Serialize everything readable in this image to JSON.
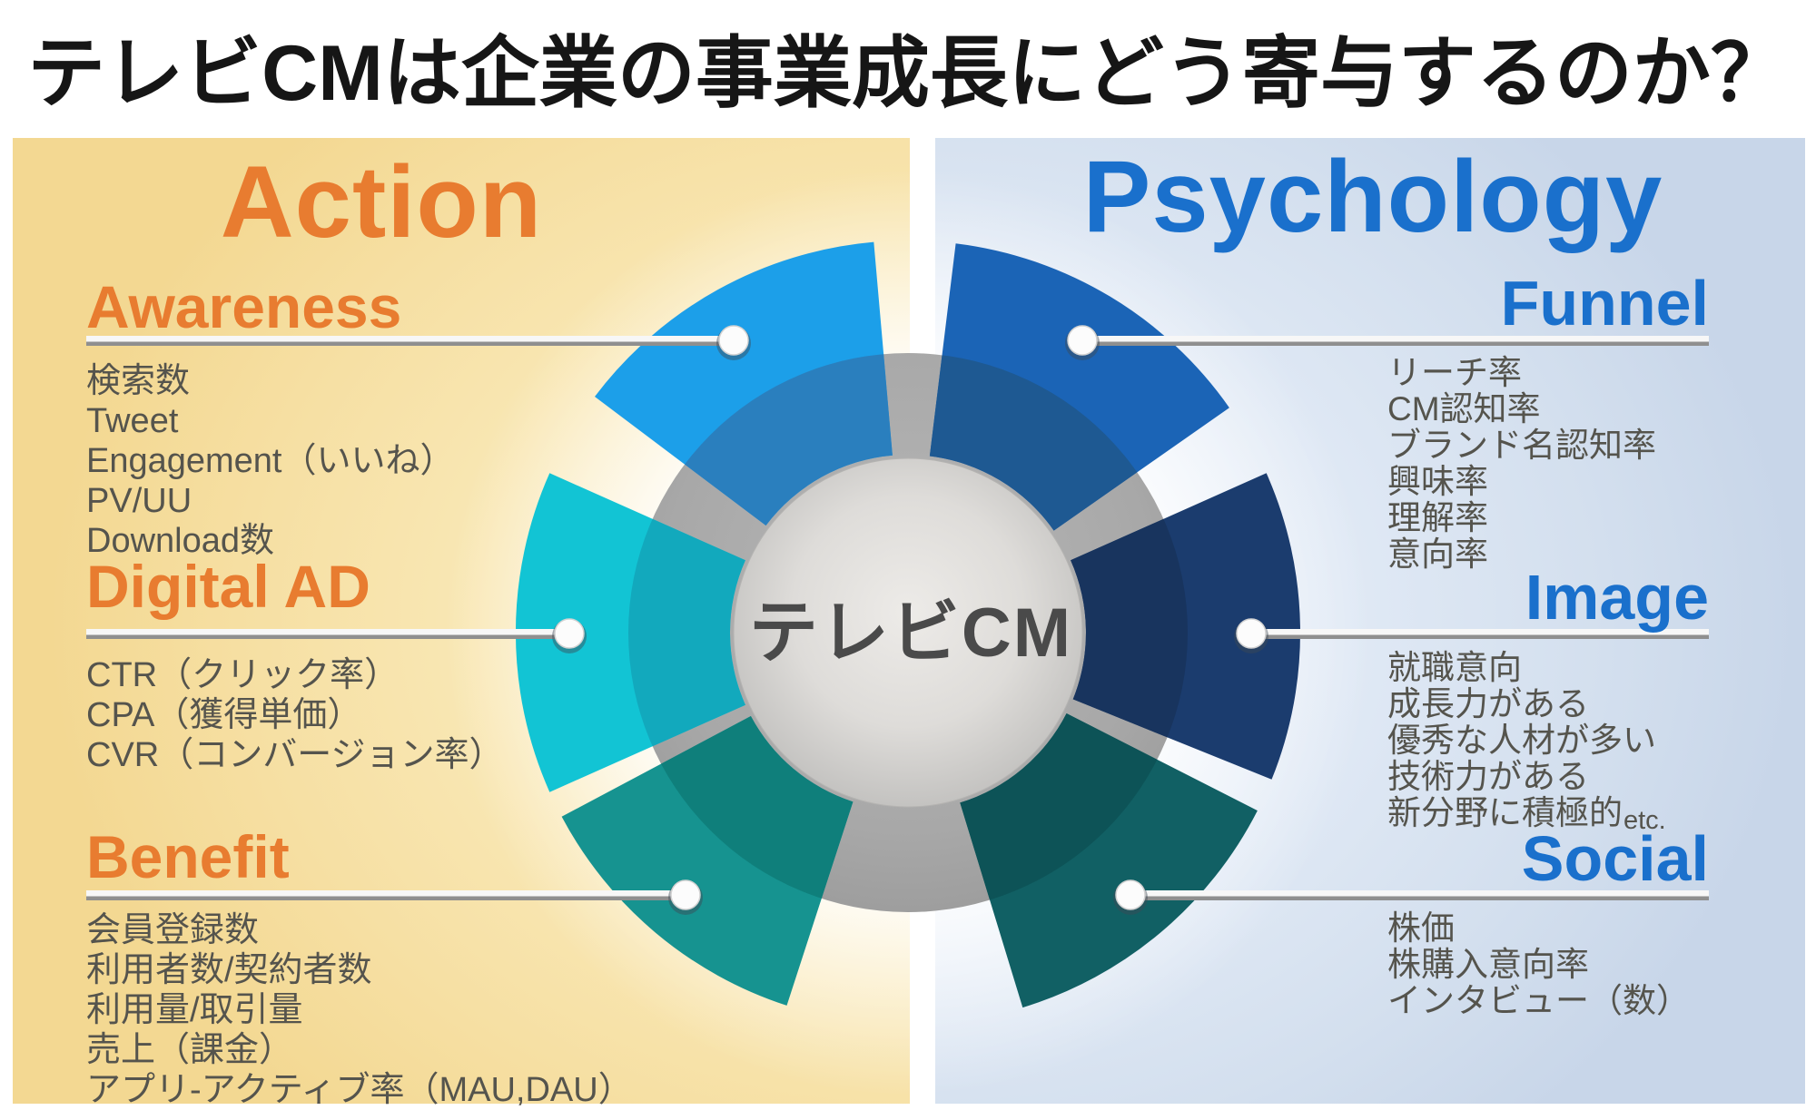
{
  "title": "テレビCMは企業の事業成長にどう寄与するのか？",
  "center_label": "テレビCM",
  "panels": {
    "action": {
      "label": "Action",
      "accent": "#e87c30",
      "bg": "#f6dfa2"
    },
    "psychology": {
      "label": "Psychology",
      "accent": "#1a70cc",
      "bg": "#d3dfee"
    }
  },
  "diagram": {
    "disc_color": "#a8a8a8",
    "inner_circle_color": "#dddbd8",
    "center_text_color": "#4a4a4a",
    "list_text_color": "#55544d",
    "sections": [
      {
        "id": "awareness",
        "panel": "action",
        "heading": "Awareness",
        "petal_color": "#1c9fe9",
        "petal_color_shaded": "#2a7fbe",
        "items": [
          "検索数",
          "Tweet",
          "Engagement（いいね）",
          "PV/UU",
          "Download数"
        ]
      },
      {
        "id": "digital-ad",
        "panel": "action",
        "heading": "Digital AD",
        "petal_color": "#12c4d4",
        "petal_color_shaded": "#12a9bd",
        "items": [
          "CTR（クリック率）",
          "CPA（獲得単価）",
          "CVR（コンバージョン率）"
        ]
      },
      {
        "id": "benefit",
        "panel": "action",
        "heading": "Benefit",
        "petal_color": "#169390",
        "petal_color_shaded": "#0f7f7b",
        "items": [
          "会員登録数",
          "利用者数/契約者数",
          "利用量/取引量",
          "売上（課金）",
          "アプリ-アクティブ率（MAU,DAU）"
        ]
      },
      {
        "id": "funnel",
        "panel": "psychology",
        "heading": "Funnel",
        "petal_color": "#1b64b6",
        "petal_color_shaded": "#1e5992",
        "items": [
          "リーチ率",
          "CM認知率",
          "ブランド名認知率",
          "興味率",
          "理解率",
          "意向率"
        ]
      },
      {
        "id": "image",
        "panel": "psychology",
        "heading": "Image",
        "petal_color": "#1b3c6e",
        "petal_color_shaded": "#18345e",
        "items": [
          "就職意向",
          "成長力がある",
          "優秀な人材が多い",
          "技術力がある",
          "新分野に積極的"
        ],
        "suffix": "etc."
      },
      {
        "id": "social",
        "panel": "psychology",
        "heading": "Social",
        "petal_color": "#116064",
        "petal_color_shaded": "#0d5357",
        "items": [
          "株価",
          "株購入意向率",
          "インタビュー（数）"
        ]
      }
    ]
  }
}
